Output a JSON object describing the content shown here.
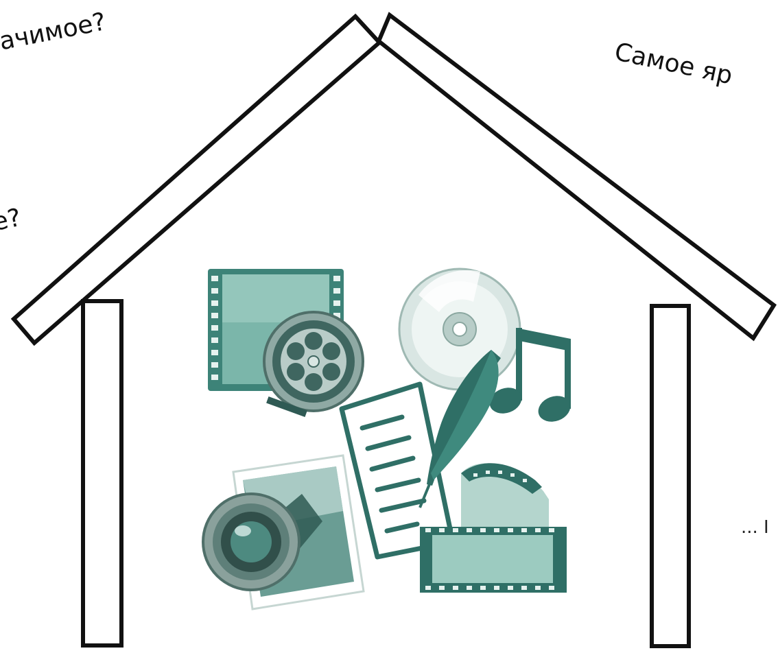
{
  "captions": {
    "top_left": "начимое?",
    "top_right": "Самое яр",
    "mid_left": "ее?",
    "bottom_right": "... I"
  },
  "icons": [
    "film-frame-icon",
    "film-reel-icon",
    "cd-disc-icon",
    "music-note-icon",
    "quill-document-icon",
    "photo-icon",
    "camera-lens-icon",
    "film-strip-icon"
  ],
  "colors": {
    "outline": "#111111",
    "icon_dark": "#2f6f66",
    "icon_mid": "#5aa093",
    "icon_light": "#cfe6e1",
    "background": "#ffffff"
  }
}
